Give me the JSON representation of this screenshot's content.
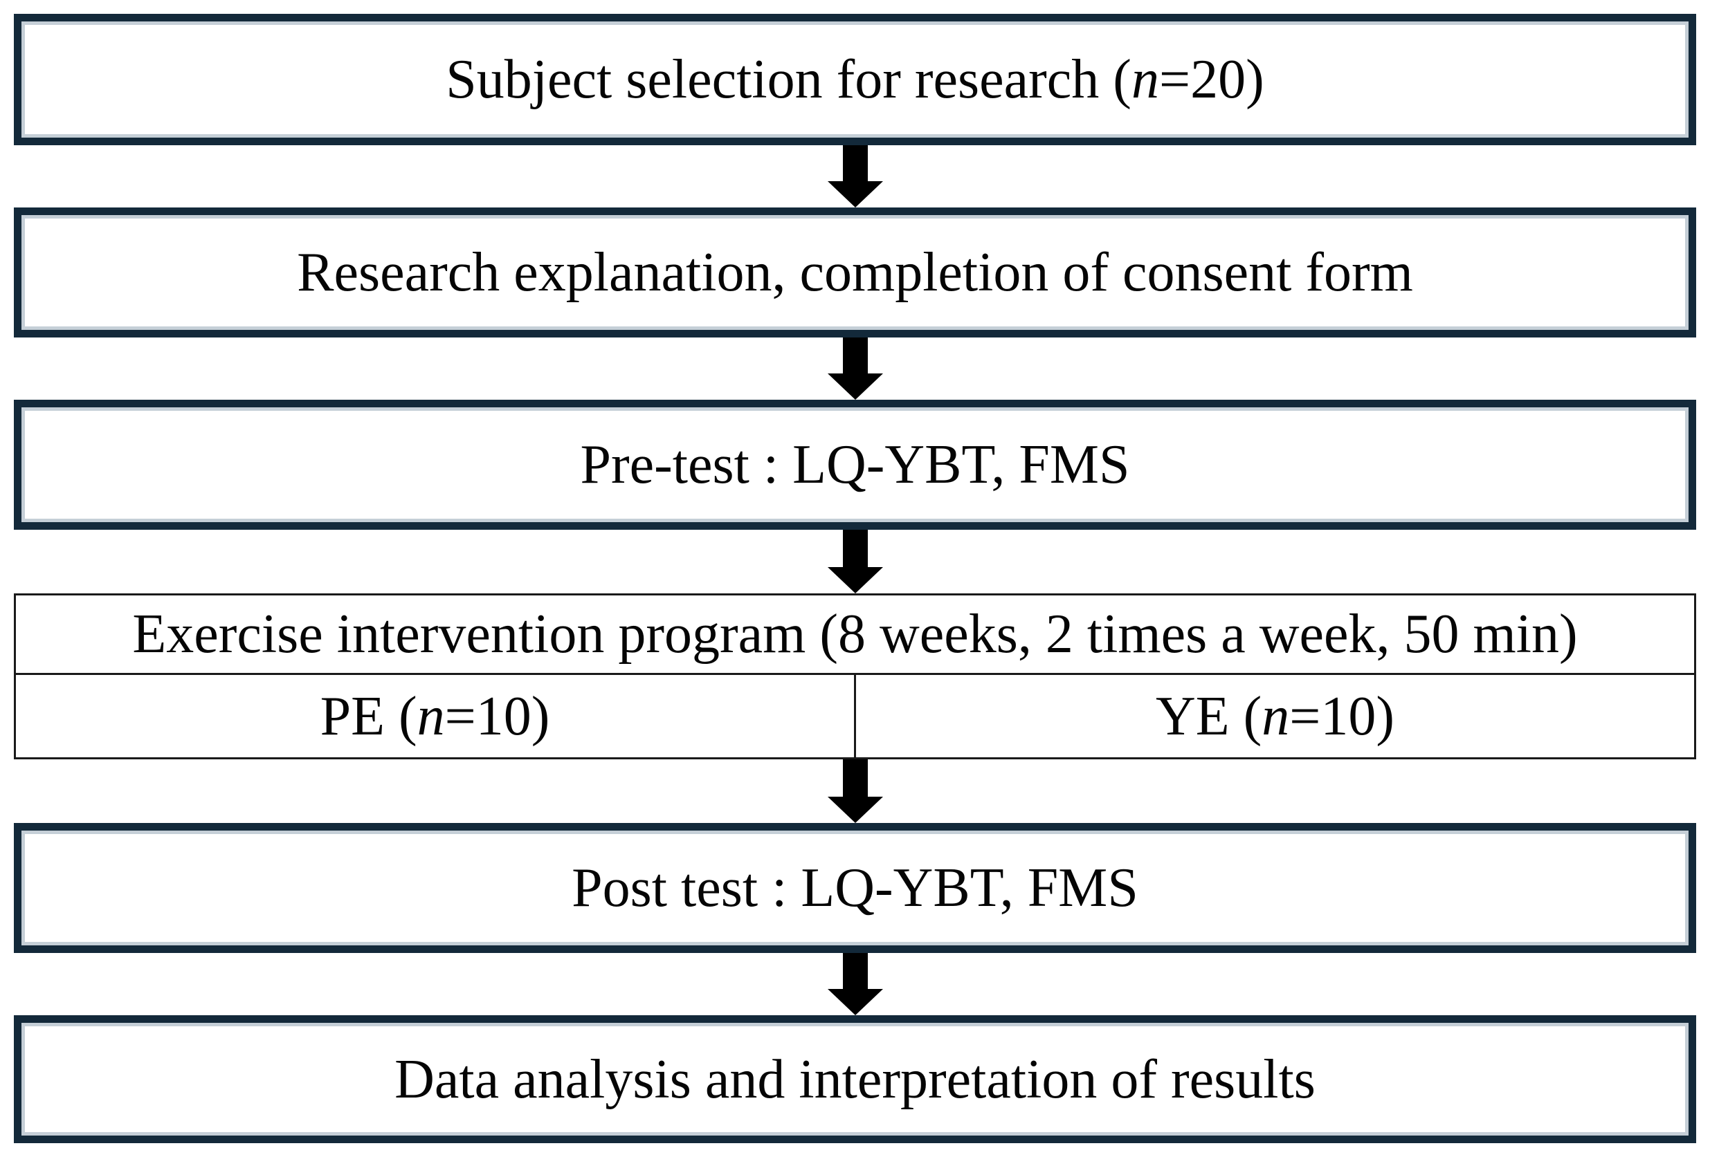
{
  "diagram": {
    "type": "flowchart",
    "colors": {
      "box_border": "#13293a",
      "thin_box_border": "#1a1a1a",
      "arrow": "#000000",
      "background": "#ffffff",
      "text": "#050505"
    },
    "boxes": [
      {
        "id": "subject-selection",
        "parts": {
          "pre": "Subject selection for research (",
          "italic": "n",
          "post": "=20)"
        }
      },
      {
        "id": "consent",
        "text": "Research explanation, completion of consent form"
      },
      {
        "id": "pretest",
        "text": "Pre-test : LQ-YBT, FMS"
      },
      {
        "id": "intervention",
        "title": "Exercise intervention program (8 weeks, 2 times a week, 50 min)",
        "groups": [
          {
            "pre": "PE (",
            "italic": "n",
            "post": "=10)"
          },
          {
            "pre": "YE (",
            "italic": "n",
            "post": "=10)"
          }
        ]
      },
      {
        "id": "posttest",
        "text": "Post test : LQ-YBT, FMS"
      },
      {
        "id": "analysis",
        "text": "Data analysis and interpretation of results"
      }
    ]
  }
}
